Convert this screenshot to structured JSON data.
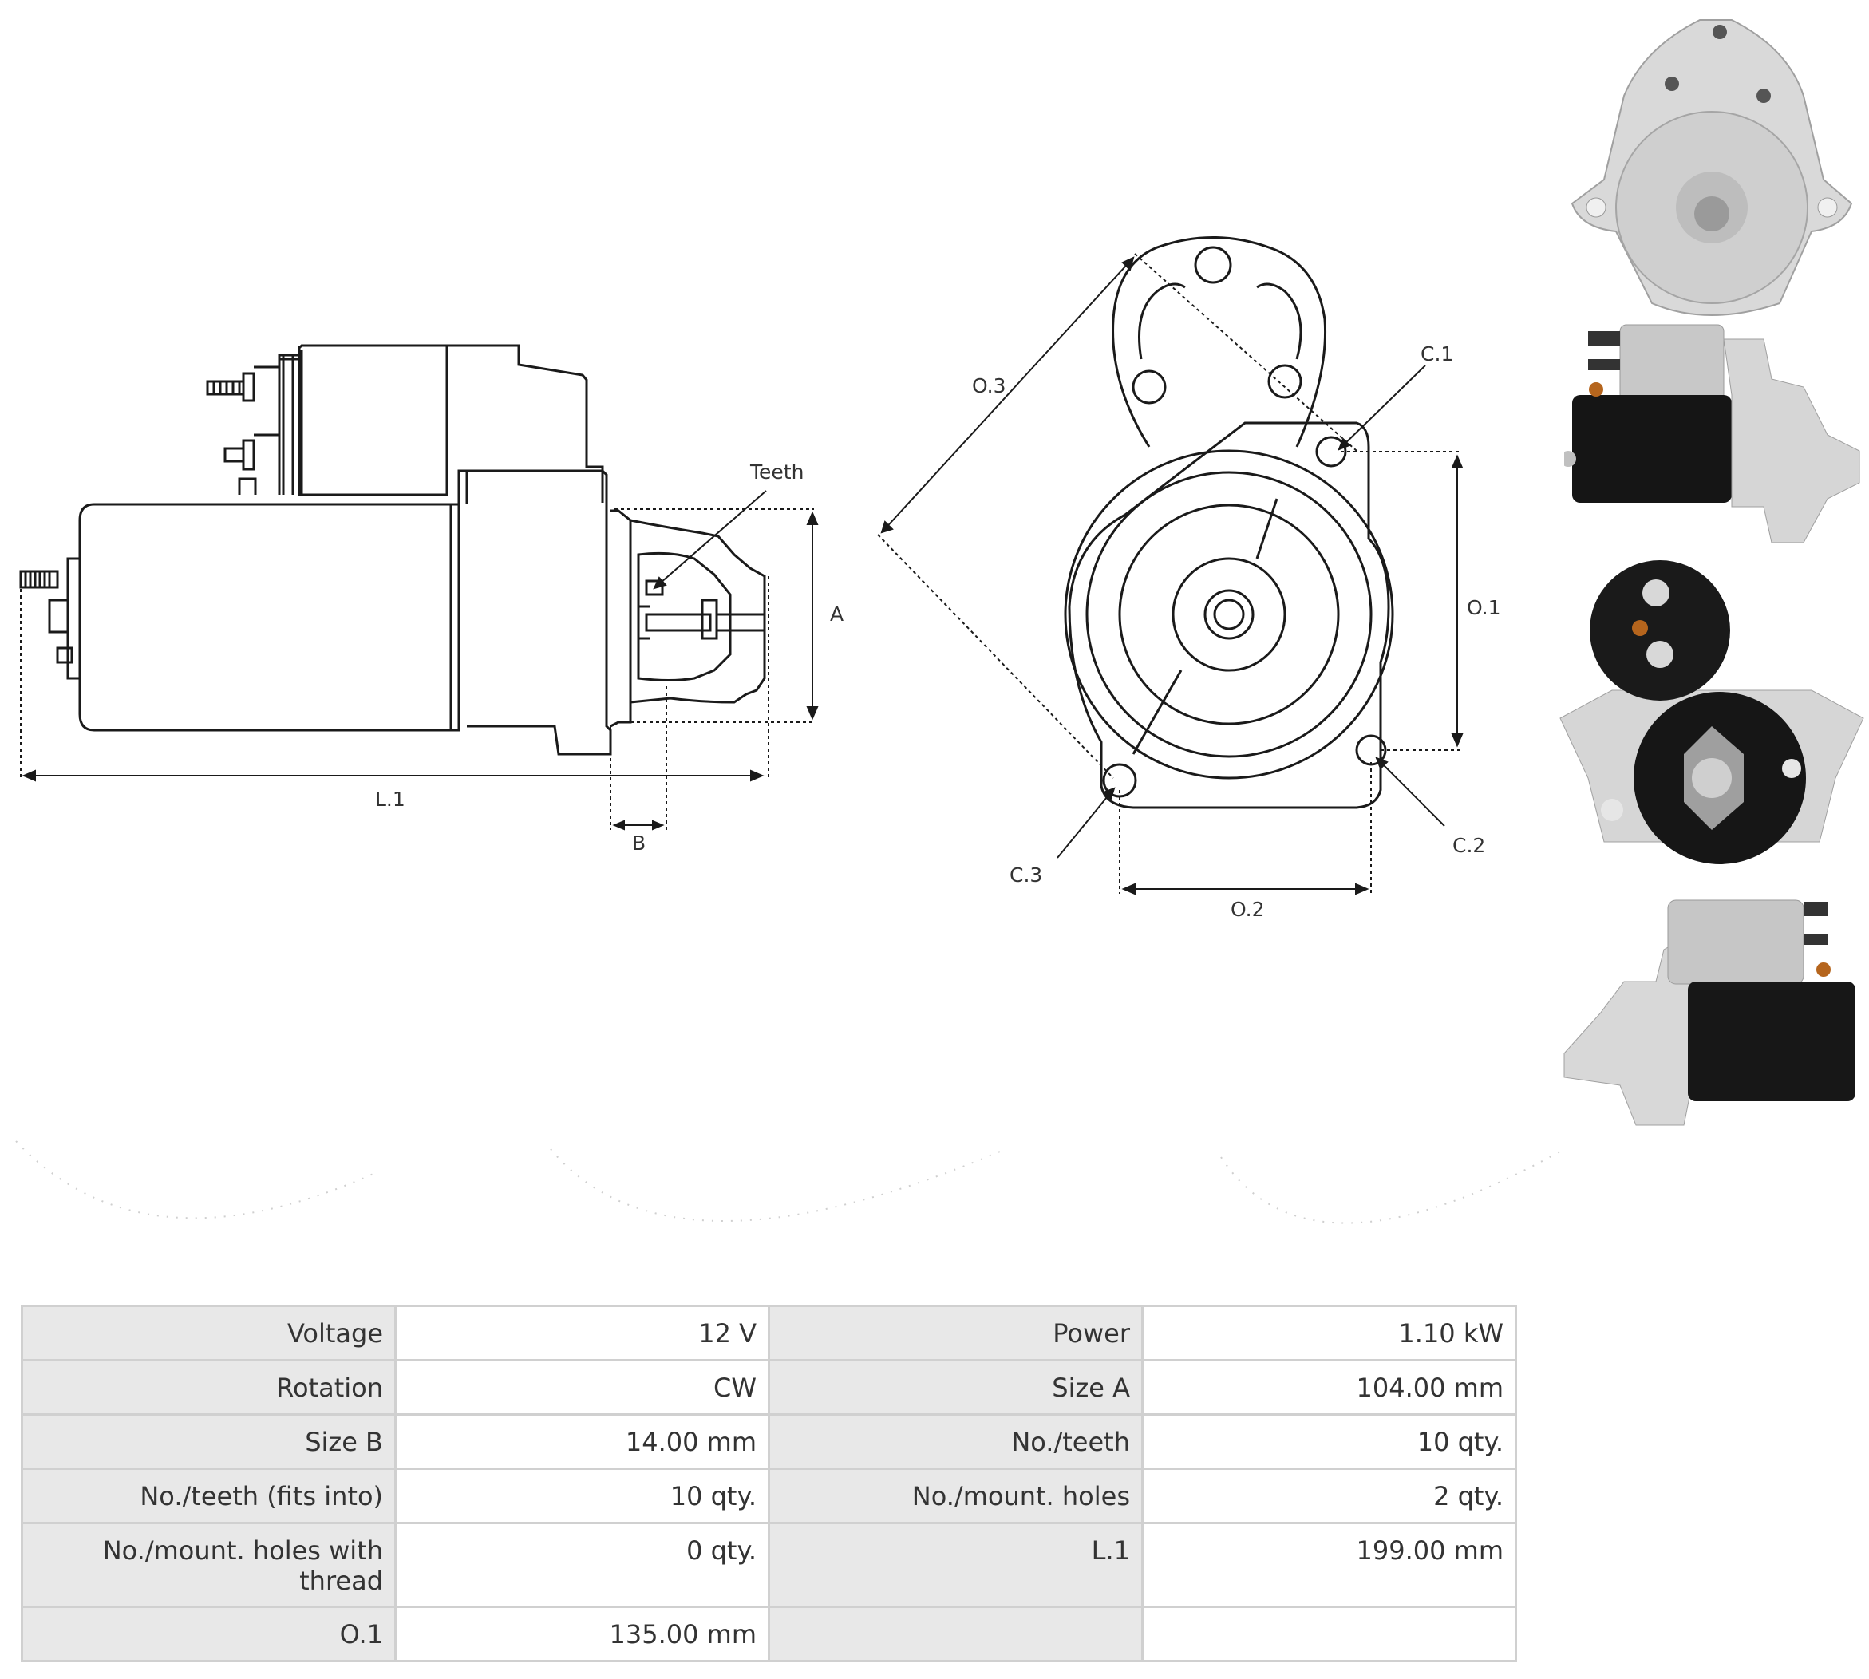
{
  "diagram": {
    "labels": {
      "teeth": "Teeth",
      "a": "A",
      "b": "B",
      "l1": "L.1",
      "o1": "O.1",
      "o2": "O.2",
      "o3": "O.3",
      "c1": "C.1",
      "c2": "C.2",
      "c3": "C.3"
    }
  },
  "specs": {
    "rows": [
      [
        {
          "key": "Voltage",
          "value": "12 V"
        },
        {
          "key": "Power",
          "value": "1.10 kW"
        }
      ],
      [
        {
          "key": "Rotation",
          "value": "CW"
        },
        {
          "key": "Size A",
          "value": "104.00 mm"
        }
      ],
      [
        {
          "key": "Size B",
          "value": "14.00 mm"
        },
        {
          "key": "No./teeth",
          "value": "10 qty."
        }
      ],
      [
        {
          "key": "No./teeth (fits into)",
          "value": "10 qty."
        },
        {
          "key": "No./mount. holes",
          "value": "2 qty."
        }
      ],
      [
        {
          "key": "No./mount. holes with thread",
          "value": "0 qty."
        },
        {
          "key": "L.1",
          "value": "199.00 mm"
        }
      ],
      [
        {
          "key": "O.1",
          "value": "135.00 mm"
        },
        {
          "key": "",
          "value": ""
        }
      ]
    ]
  },
  "colors": {
    "line": "#1a1a1a",
    "table_key_bg": "#e8e8e8",
    "table_border": "#d0d0d0",
    "motor_black": "#151515",
    "aluminium": "#d9d9d9"
  }
}
